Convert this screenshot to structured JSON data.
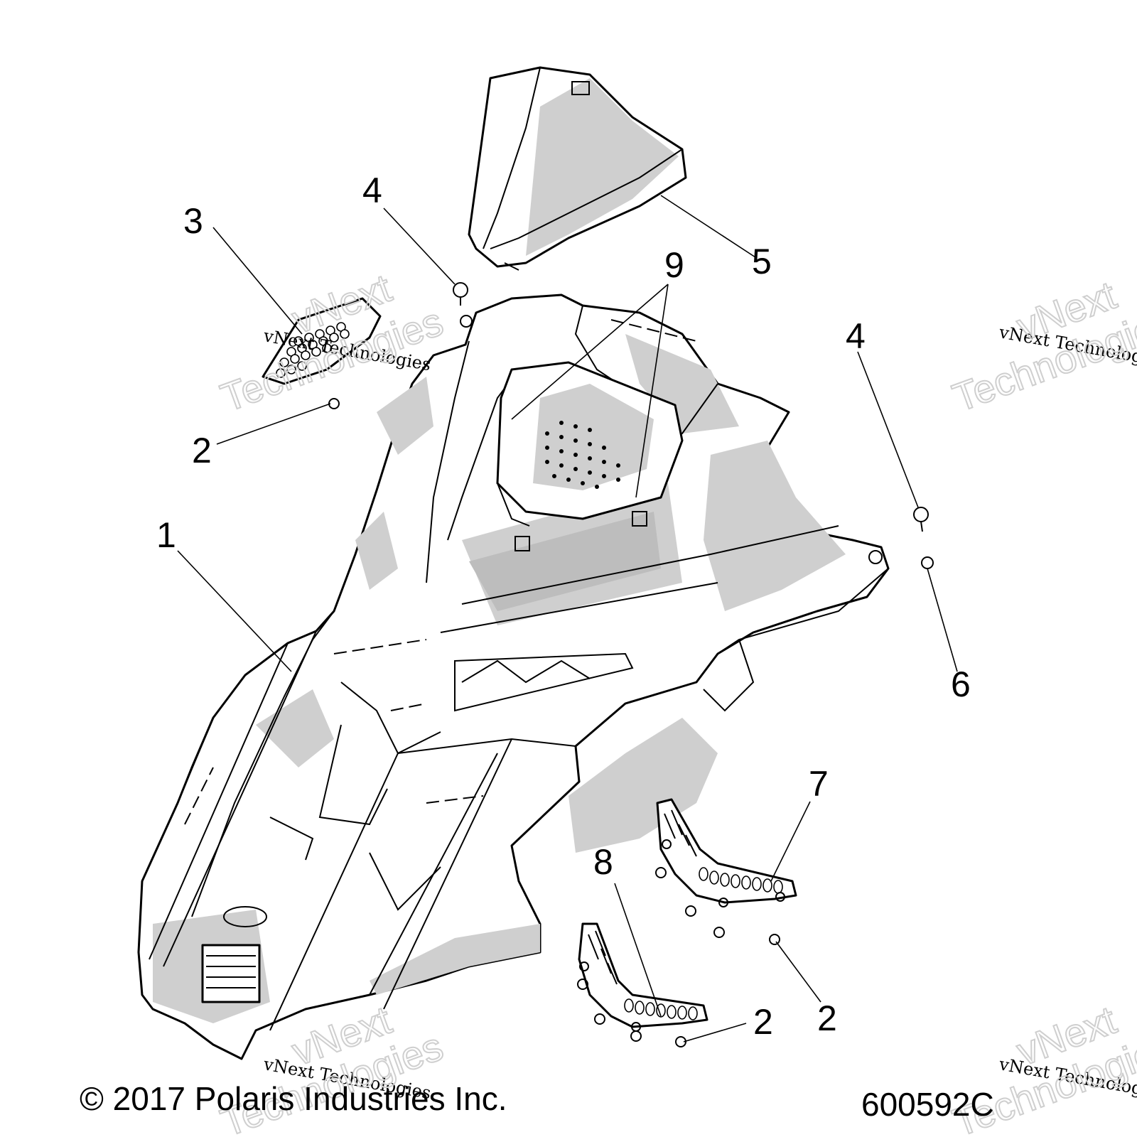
{
  "callouts": {
    "c1": "1",
    "c2a": "2",
    "c2b": "2",
    "c2c": "2",
    "c3": "3",
    "c4a": "4",
    "c4b": "4",
    "c5": "5",
    "c6": "6",
    "c7": "7",
    "c8": "8",
    "c9": "9"
  },
  "watermark": {
    "text": "vNext Technologies",
    "word1": "vNext",
    "word2": "Technologies"
  },
  "footer": {
    "copyright": "© 2017 Polaris Industries Inc.",
    "drawing_number": "600592C"
  },
  "colors": {
    "line": "#000000",
    "shade": "#cfcfcf",
    "background": "#ffffff"
  }
}
